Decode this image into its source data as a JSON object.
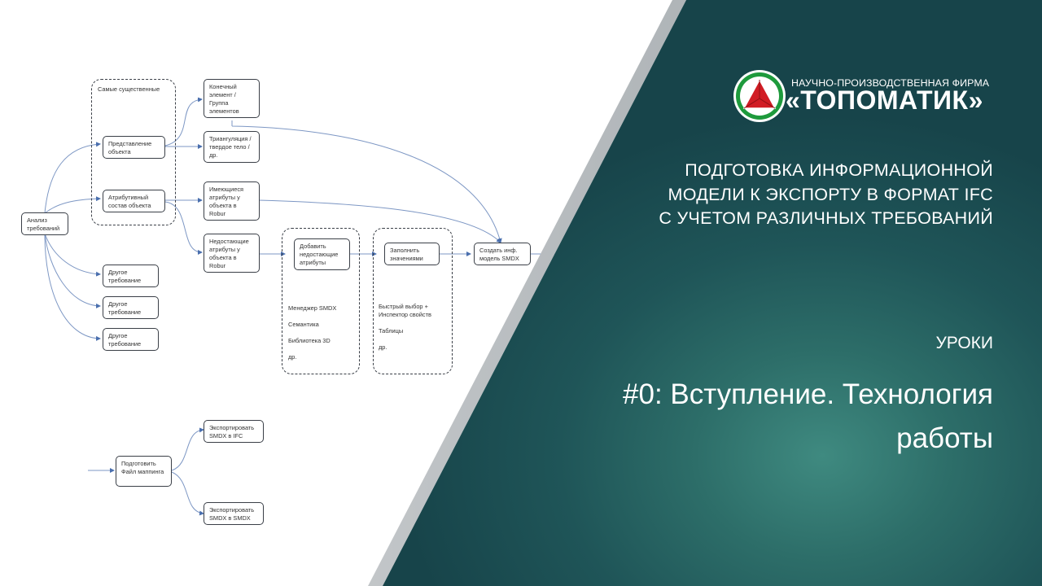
{
  "diagram": {
    "groups": {
      "important_label": "Самые существенные",
      "add_tools": [
        "Менеджер SMDX",
        "Семантика",
        "Библиотека 3D",
        "др."
      ],
      "fill_tools": [
        "Быстрый выбор +",
        "Инспектор свойств",
        "Таблицы",
        "др."
      ]
    },
    "nodes": {
      "analysis": "Анализ требований",
      "representation": "Представление объекта",
      "attributes": "Атрибутивный состав объекта",
      "final_element": "Конечный элемент / Группа элементов",
      "triangulation": "Триангуляция / твердое тело / др.",
      "existing_attrs": "Имеющиеся атрибуты у объекта в Robur",
      "missing_attrs": "Недостающие атрибуты у объекта в Robur",
      "other_1": "Другое требование",
      "other_2": "Другое требование",
      "other_3": "Другое требование",
      "add_missing": "Добавить недостающие атрибуты",
      "fill_values": "Заполнить значениями",
      "create_model": "Создать инф. модель SMDX",
      "prepare_mapping": "Подготовить Файл маппинга",
      "export_ifc": "Экспортировать SMDX в IFC",
      "export_smdx": "Экспортировать SMDX в SMDX"
    },
    "edges": [
      [
        "analysis",
        "representation"
      ],
      [
        "analysis",
        "attributes"
      ],
      [
        "representation",
        "final_element"
      ],
      [
        "representation",
        "triangulation"
      ],
      [
        "attributes",
        "existing_attrs"
      ],
      [
        "attributes",
        "missing_attrs"
      ],
      [
        "analysis",
        "other_1"
      ],
      [
        "analysis",
        "other_2"
      ],
      [
        "analysis",
        "other_3"
      ],
      [
        "missing_attrs",
        "add_missing"
      ],
      [
        "add_missing",
        "fill_values"
      ],
      [
        "fill_values",
        "create_model"
      ],
      [
        "existing_attrs",
        "create_model"
      ],
      [
        "final_element",
        "create_model"
      ],
      [
        "prepare_mapping",
        "export_ifc"
      ],
      [
        "prepare_mapping",
        "export_smdx"
      ]
    ],
    "line_color": "#5b7db5"
  },
  "brand": {
    "subtitle": "НАУЧНО-ПРОИЗВОДСТВЕННАЯ ФИРМА",
    "name": "«ТОПОМАТИК»",
    "colors": {
      "green": "#1e9a3c",
      "red": "#d11c24"
    }
  },
  "headline": {
    "lines": [
      "ПОДГОТОВКА ИНФОРМАЦИОННОЙ",
      "МОДЕЛИ К ЭКСПОРТУ В ФОРМАТ IFC",
      "С УЧЕТОМ РАЗЛИЧНЫХ ТРЕБОВАНИЙ"
    ]
  },
  "section": "УРОКИ",
  "lesson_title": {
    "lines": [
      "#0: Вступление. Технология",
      "работы"
    ]
  }
}
